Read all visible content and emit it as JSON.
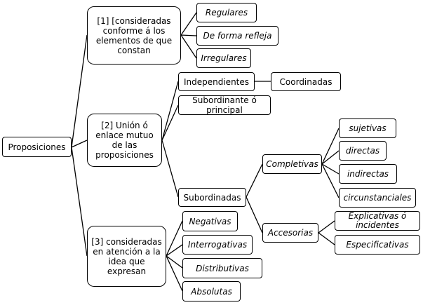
{
  "root": "Proposiciones",
  "b1": {
    "label": "[1] [consideradas conforme á los elementos de que constan",
    "children": [
      "Regulares",
      "De forma refleja",
      "Irregulares"
    ]
  },
  "b2": {
    "label": "[2] Unión ó enlace mutuo de las proposiciones",
    "independientes": "Independientes",
    "coordinadas": "Coordinadas",
    "subordinante": "Subordinante ó principal",
    "subordinadas": "Subordinadas",
    "completivas": {
      "label": "Completivas",
      "children": [
        "sujetivas",
        "directas",
        "indirectas",
        "circunstanciales"
      ]
    },
    "accesorias": {
      "label": "Accesorias",
      "children": [
        "Explicativas ó incidentes",
        "Especificativas"
      ]
    }
  },
  "b3": {
    "label": "[3] consideradas en atención a la idea que expresan",
    "children": [
      "Negativas",
      "Interrogativas",
      "Distributivas",
      "Absolutas"
    ]
  }
}
